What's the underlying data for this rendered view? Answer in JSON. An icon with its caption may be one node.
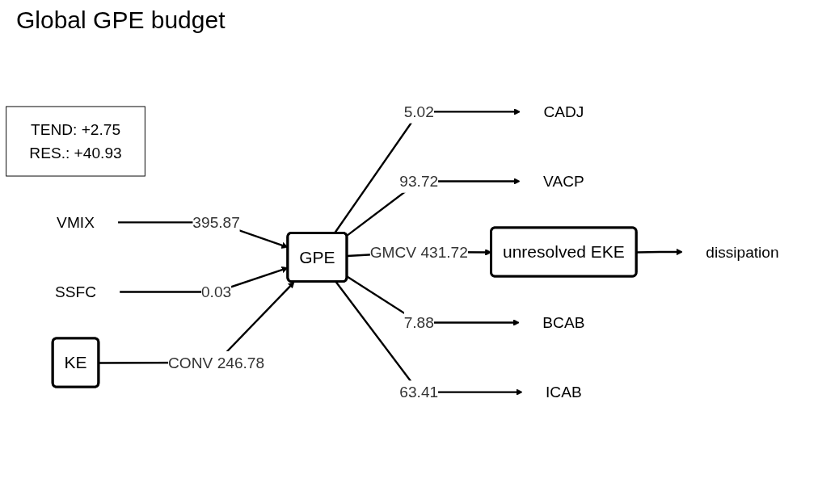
{
  "diagram": {
    "title": "Global GPE budget",
    "nodes": [
      {
        "text": [
          "CADJ"
        ]
      },
      {
        "text": [
          "VACP"
        ]
      },
      {
        "text": [
          "TEND: +2.75",
          "RES.: +40.93"
        ]
      },
      {
        "text": [
          "dissipation"
        ]
      },
      {
        "text": [
          "VMIX"
        ]
      },
      {
        "text": [
          "GPE"
        ]
      },
      {
        "text": [
          "unresolved EKE"
        ]
      },
      {
        "text": [
          "SSFC"
        ]
      },
      {
        "text": [
          "KE"
        ]
      },
      {
        "text": [
          "BCAB"
        ]
      },
      {
        "text": [
          "ICAB"
        ]
      }
    ],
    "edges": [
      {
        "from": 5,
        "to": 0,
        "arrow": "to",
        "label": "5.02"
      },
      {
        "from": 5,
        "to": 1,
        "arrow": "to",
        "label": "93.72"
      },
      {
        "from": 4,
        "to": 5,
        "arrow": "to",
        "label": "395.87"
      },
      {
        "from": 5,
        "to": 6,
        "arrow": "to",
        "label": "GMCV 431.72"
      },
      {
        "from": 6,
        "to": 3,
        "arrow": "to"
      },
      {
        "from": 7,
        "to": 5,
        "arrow": "to",
        "label": "0.03"
      },
      {
        "from": 8,
        "to": 5,
        "arrow": "to",
        "label": "CONV 246.78"
      },
      {
        "from": 5,
        "to": 9,
        "arrow": "to",
        "label": "7.88"
      },
      {
        "from": 5,
        "to": 10,
        "arrow": "to",
        "label": "63.41"
      }
    ]
  }
}
